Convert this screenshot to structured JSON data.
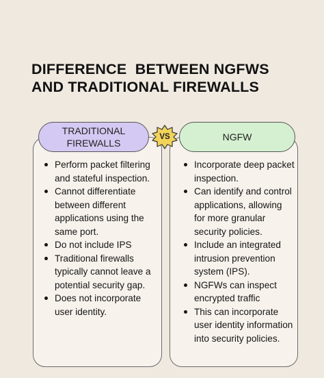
{
  "title": {
    "line1": "DIFFERENCE  BETWEEN NGFWS",
    "line2": "AND TRADITIONAL FIREWALLS"
  },
  "left": {
    "header_line1": "TRADITIONAL",
    "header_line2": "FIREWALLS",
    "items": [
      "Perform packet filtering and stateful inspection.",
      "Cannot differentiate between different applications using the same port.",
      "Do not include IPS",
      "Traditional firewalls typically cannot leave a potential security gap.",
      "Does not incorporate user identity."
    ]
  },
  "vs_label": "VS",
  "right": {
    "header": "NGFW",
    "items": [
      "Incorporate deep packet inspection.",
      "Can identify and control applications, allowing for more granular security policies.",
      "Include an integrated intrusion prevention system (IPS).",
      "NGFWs can inspect encrypted traffic",
      "This can incorporate user identity information into security policies."
    ]
  },
  "colors": {
    "background": "#efe9e0",
    "left_header": "#d4c9f2",
    "right_header": "#d4f0d0",
    "vs_badge": "#f2d35a"
  }
}
